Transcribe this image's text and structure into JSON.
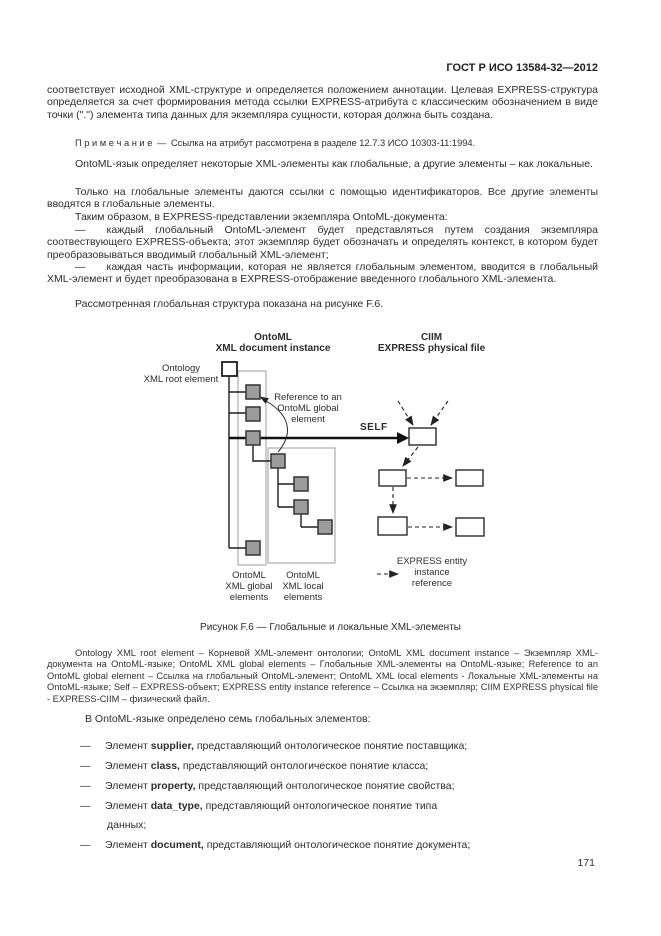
{
  "page": {
    "header": "ГОСТ Р ИСО 13584-32—2012",
    "page_number": "171"
  },
  "body": {
    "para1": "соответствует исходной XML-структуре и определяется положением аннотации. Целевая EXPRESS-структура определяется за счет формирования метода ссылки EXPRESS-атрибута с классическим обозначением в виде точки (\".\") элемента типа данных для экземпляра сущности, которая должна быть создана.",
    "note": "П р и м е ч а н и е — Ссылка на атрибут рассмотрена в разделе 12.7.3 ИСО 10303-11:1994.",
    "para2": "OntoML-язык определяет некоторые XML-элементы как глобальные, а другие элементы – как локальные.",
    "para3": "Только на глобальные элементы даются ссылки с помощью идентификаторов. Все другие элементы вводятся в глобальные элементы.",
    "para4": "Таким образом, в EXPRESS-представлении экземпляра OntoML-документа:",
    "bullet1": "—  каждый глобальный OntoML-элемент будет представляться путем создания экземпляра соотвествующего EXPRESS-объекта; этот экземпляр будет обозначать и определять контекст, в котором будет преобразовываться вводимый глобальный XML-элемент;",
    "bullet2": "—  каждая часть информации, которая не является глобальным элементом, вводится в глобальный XML-элемент и будет преобразована в EXPRESS-отображение введенного глобального XML-элемента.",
    "para5": "Рассмотренная глобальная структура показана на рисунке F.6."
  },
  "figure": {
    "caption": "Рисунок F.6 — Глобальные и локальные XML-элементы",
    "legend_note": "Ontology XML root element – Корневой XML-элемент онтологии; OntoML XML document instance – Экземпляр XML-документа на OntoML-языке; OntoML XML global elements – Глобальные  XML-элементы на OntoML-языке; Reference to an OntoML global element – Ссылка на глобальный OntoML-элемент; OntoML XML local elements - Локальные  XML-элементы на OntoML-языке; Self – EXPRESS-объект; EXPRESS entity instance reference – Ссылка на экземпляр;  CIIM EXPRESS physical file - EXPRESS-CIIM – физический файл.",
    "diagram": {
      "left_column_title": [
        "OntoML",
        "XML document instance"
      ],
      "right_column_title": [
        "CIIM",
        "EXPRESS physical file"
      ],
      "root_label": [
        "Ontology",
        "XML root element"
      ],
      "reference_label": [
        "Reference to an",
        "OntoML global",
        "element"
      ],
      "self_label": "SELF",
      "global_box_label": [
        "OntoML",
        "XML global",
        "elements"
      ],
      "local_box_label": [
        "OntoML",
        "XML local",
        "elements"
      ],
      "legend_label": [
        "EXPRESS entity",
        "instance",
        "reference"
      ],
      "colors": {
        "element_fill": "#9c9c9c",
        "element_border": "#3c3c3c",
        "box_border": "#adadad",
        "line": "#1d1d1d",
        "page_bg": "#ffffff"
      }
    }
  },
  "list": {
    "intro": "В OntoML-языке определено семь глобальных элементов:",
    "dash": "—",
    "lead": "Элемент",
    "items": [
      {
        "name": "supplier,",
        "rest": "представляющий онтологическое понятие поставщика;"
      },
      {
        "name": "class,",
        "rest": "представляющий онтологическое понятие класса;"
      },
      {
        "name": "property,",
        "rest": "представляющий онтологическое понятие свойства;"
      },
      {
        "name": "data_type,",
        "rest": "представляющий онтологическое понятие типа",
        "rest2": "данных;"
      },
      {
        "name": "document,",
        "rest": "представляющий онтологическое понятие документа;"
      }
    ]
  }
}
